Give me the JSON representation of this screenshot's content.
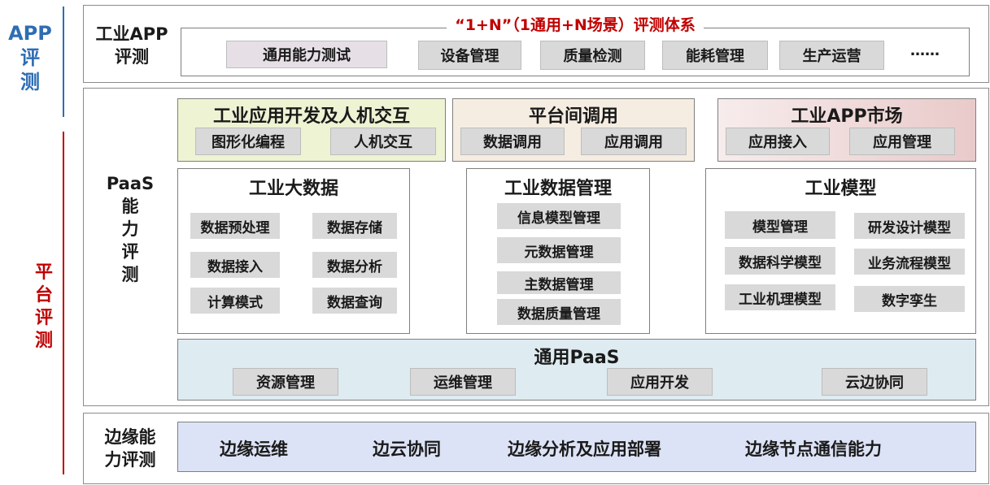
{
  "side": {
    "app_eval": [
      "APP",
      "评",
      "测"
    ],
    "platform_eval": [
      "平",
      "台",
      "评",
      "测"
    ]
  },
  "app_row": {
    "label": [
      "工业APP",
      "评测"
    ],
    "system_title": "“1+N”（1通用+N场景）评测体系",
    "items": [
      "通用能力测试",
      "设备管理",
      "质量检测",
      "能耗管理",
      "生产运营",
      "……"
    ]
  },
  "paas": {
    "label": [
      "PaaS",
      "能",
      "力",
      "评",
      "测"
    ],
    "app_dev": {
      "title": "工业应用开发及人机交互",
      "items": [
        "图形化编程",
        "人机交互"
      ]
    },
    "interop": {
      "title": "平台间调用",
      "items": [
        "数据调用",
        "应用调用"
      ]
    },
    "market": {
      "title": "工业APP市场",
      "items": [
        "应用接入",
        "应用管理"
      ]
    },
    "big_data": {
      "title": "工业大数据",
      "items": [
        "数据预处理",
        "数据存储",
        "数据接入",
        "数据分析",
        "计算模式",
        "数据查询"
      ]
    },
    "data_mgmt": {
      "title": "工业数据管理",
      "items": [
        "信息模型管理",
        "元数据管理",
        "主数据管理",
        "数据质量管理"
      ]
    },
    "model": {
      "title": "工业模型",
      "items": [
        "模型管理",
        "研发设计模型",
        "数据科学模型",
        "业务流程模型",
        "工业机理模型",
        "数字孪生"
      ]
    },
    "general": {
      "title": "通用PaaS",
      "items": [
        "资源管理",
        "运维管理",
        "应用开发",
        "云边协同"
      ]
    }
  },
  "edge": {
    "label": [
      "边缘能",
      "力评测"
    ],
    "items": [
      "边缘运维",
      "边云协同",
      "边缘分析及应用部署",
      "边缘节点通信能力"
    ]
  },
  "colors": {
    "blue_label": "#2e6db4",
    "red_label": "#c00000",
    "app_dev_bg": "#eef3d3",
    "interop_bg": "#f6ede2",
    "market_bg": "#f2dcdc",
    "general_bg": "#deebf1",
    "edge_bg": "#dde3f6",
    "item_grey": "#d9d9d9",
    "first_item_bg": "#e6e0e6"
  }
}
